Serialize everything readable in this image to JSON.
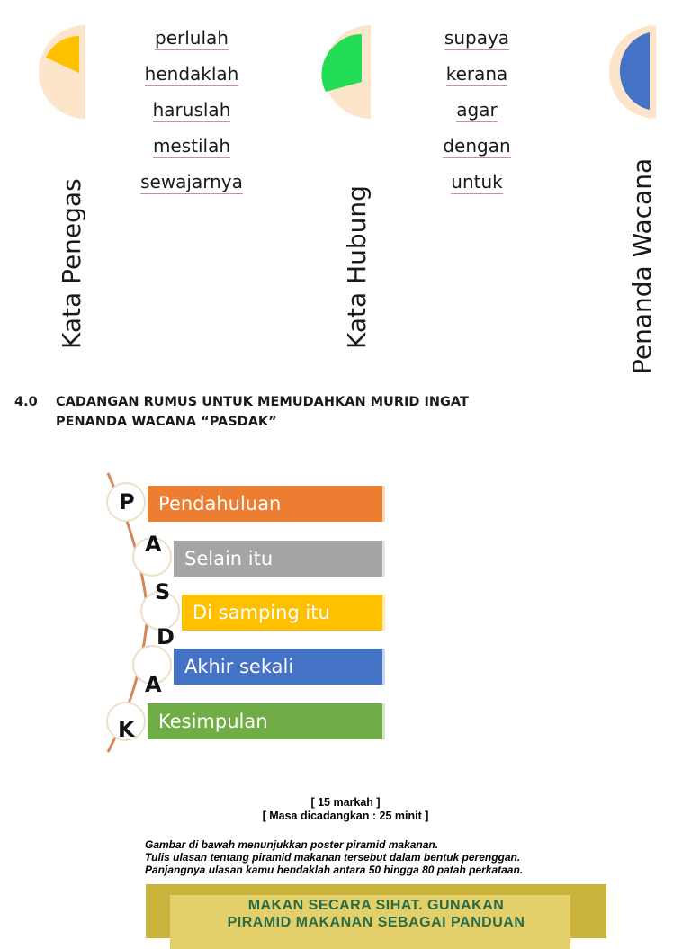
{
  "columns": [
    {
      "label": "Kata Penegas",
      "icon": "yellow-quarter-semicircle-icon",
      "color": "#ffc000",
      "words": [
        "perlulah",
        "hendaklah",
        "haruslah",
        "mestilah",
        "sewajarnya"
      ]
    },
    {
      "label": "Kata Hubung",
      "icon": "green-quarter-semicircle-icon",
      "color": "#22dd55",
      "words": [
        "supaya",
        "kerana",
        "agar",
        "dengan",
        "untuk"
      ]
    },
    {
      "label": "Penanda Wacana",
      "icon": "blue-half-semicircle-icon",
      "color": "#4472c4",
      "words": []
    }
  ],
  "heading": {
    "number": "4.0",
    "line1": "CADANGAN RUMUS UNTUK MEMUDAHKAN MURID INGAT",
    "line2": "PENANDA WACANA  “PASDAK”"
  },
  "pasdak": [
    {
      "letter": "P",
      "label": "Pendahuluan",
      "color": "#ed7d31"
    },
    {
      "letter": "A",
      "label": "Selain itu",
      "color": "#a5a5a5"
    },
    {
      "letter": "S",
      "label": "Di samping itu",
      "color": "#ffc000"
    },
    {
      "letter": "D",
      "label": "Akhir sekali",
      "color": "#4472c4"
    },
    {
      "letter": "A",
      "label": "",
      "color": ""
    },
    {
      "letter": "K",
      "label": "Kesimpulan",
      "color": "#70ad47"
    }
  ],
  "marks": {
    "line1": "[ 15 markah ]",
    "line2": "[ Masa dicadangkan : 25 minit ]"
  },
  "instructions": [
    "Gambar di bawah menunjukkan poster piramid makanan.",
    "Tulis ulasan tentang piramid makanan tersebut dalam bentuk  perenggan.",
    "Panjangnya ulasan kamu hendaklah antara 50 hingga 80 patah perkataan."
  ],
  "poster": {
    "line1": "MAKAN SECARA SIHAT. GUNAKAN",
    "line2": "PIRAMID MAKANAN SEBAGAI PANDUAN"
  }
}
